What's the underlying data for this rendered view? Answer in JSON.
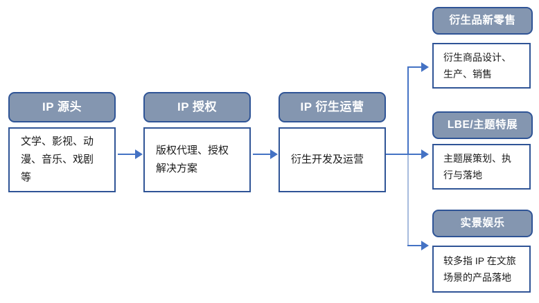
{
  "diagram": {
    "type": "flow-diagram",
    "background_color": "#ffffff",
    "accent_colors": {
      "pill_fill": "#8496b0",
      "border": "#2f5496",
      "connector": "#4472c4",
      "connector_faded": "#a7bbdd",
      "pill_text": "#ffffff",
      "box_text": "#1a1a1a"
    },
    "stages": [
      {
        "id": "ip-source",
        "title": "IP 源头",
        "description": "文学、影视、动漫、音乐、戏剧等"
      },
      {
        "id": "ip-licensing",
        "title": "IP 授权",
        "description": "版权代理、授权解决方案"
      },
      {
        "id": "ip-derivative-operation",
        "title": "IP 衍生运营",
        "description": "衍生开发及运营"
      }
    ],
    "branches": [
      {
        "id": "derivative-retail",
        "title": "衍生品新零售",
        "description": "衍生商品设计、生产、销售"
      },
      {
        "id": "lbe-theme-exhibition",
        "title": "LBE/主题特展",
        "description": "主题展策划、执行与落地"
      },
      {
        "id": "real-scene-entertainment",
        "title": "实景娱乐",
        "description": "较多指 IP 在文旅场景的产品落地"
      }
    ]
  }
}
